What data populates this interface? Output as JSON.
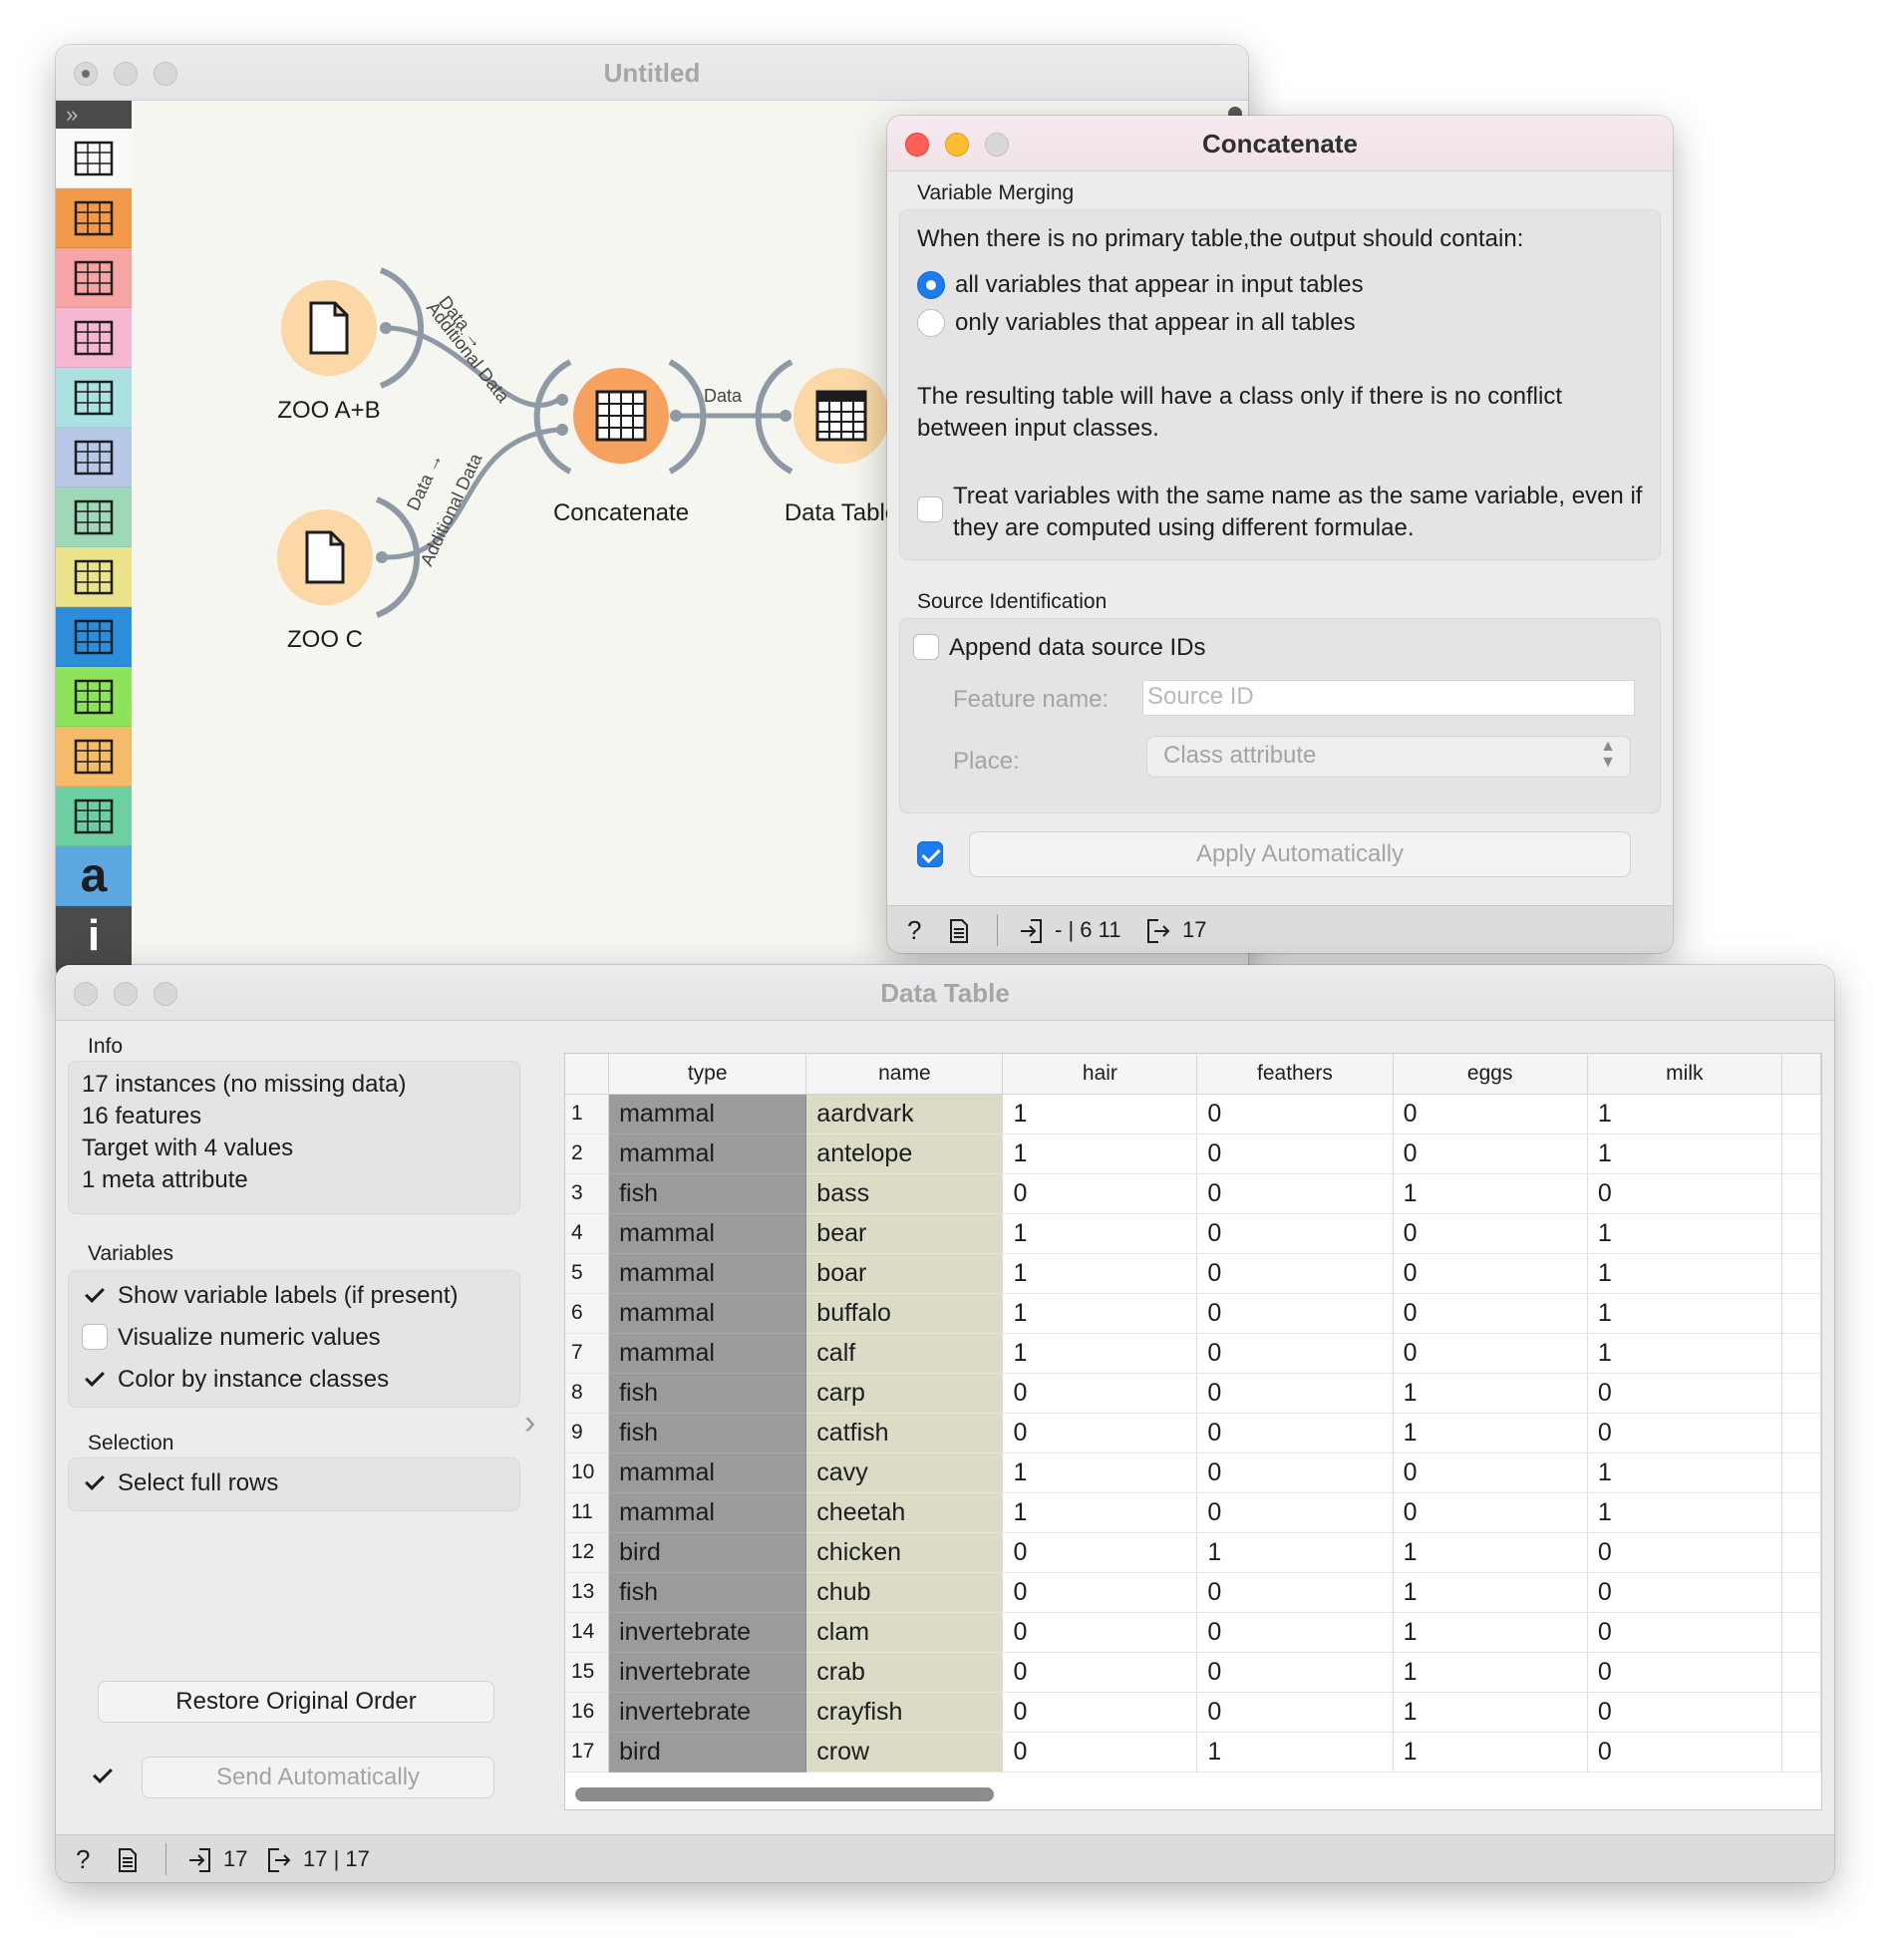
{
  "canvas_window": {
    "title": "Untitled",
    "toolbar_icons": [
      "data-icon",
      "transform-icon",
      "visualize-icon",
      "model-icon",
      "evaluate-icon",
      "unsupervised-icon",
      "prototypes-icon",
      "image-analytics-icon",
      "timeseries-icon",
      "network-icon",
      "educational-icon",
      "geo-icon",
      "text-mining-icon",
      "info-icon"
    ],
    "toolbar_colors": [
      "#f9f9f9",
      "#f29a4a",
      "#f6a4a4",
      "#f7b7d3",
      "#abe1e0",
      "#b8c9e8",
      "#9fd8b7",
      "#ebe38c",
      "#2c8ddb",
      "#8de45a",
      "#f5ba6a",
      "#6dcfa0",
      "#5ea8e1",
      "#4a4a4a"
    ],
    "text_glyph": "a",
    "info_glyph": "i",
    "nodes": {
      "zoo_ab": "ZOO A+B",
      "zoo_c": "ZOO C",
      "concatenate": "Concatenate",
      "data_table": "Data Table"
    },
    "links": {
      "top_link_1": "Data →",
      "top_link_2": "Additional Data",
      "bottom_link_1": "Data →",
      "bottom_link_2": "Additional Data",
      "out_link": "Data"
    }
  },
  "concat_window": {
    "title": "Concatenate",
    "variable_merging": {
      "group_title": "Variable Merging",
      "intro": "When there is no primary table,the output should contain:",
      "option_all": "all variables that appear in input tables",
      "option_common": "only variables that appear in all tables",
      "selected": "all",
      "class_note": "The resulting table will have a class only if there is no conflict between input classes.",
      "treat_same_name": "Treat variables with the same name as the same variable, even if they are computed using different formulae.",
      "treat_same_name_checked": false
    },
    "source_identification": {
      "group_title": "Source Identification",
      "append_label": "Append data source IDs",
      "append_checked": false,
      "feature_name_label": "Feature name:",
      "feature_name_placeholder": "Source ID",
      "place_label": "Place:",
      "place_value": "Class attribute"
    },
    "apply_checked": true,
    "apply_label": "Apply Automatically",
    "status": {
      "input_info": "- | 6 11",
      "output_info": "17"
    }
  },
  "table_window": {
    "title": "Data Table",
    "info": {
      "group_title": "Info",
      "lines": [
        "17 instances (no missing data)",
        "16 features",
        "Target with 4 values",
        "1 meta attribute"
      ]
    },
    "variables": {
      "group_title": "Variables",
      "show_labels": "Show variable labels (if present)",
      "show_labels_checked": true,
      "visualize": "Visualize numeric values",
      "visualize_checked": false,
      "color_by_class": "Color by instance classes",
      "color_by_class_checked": true
    },
    "selection": {
      "group_title": "Selection",
      "full_rows": "Select full rows",
      "full_rows_checked": true
    },
    "restore_label": "Restore Original Order",
    "send_checked": true,
    "send_label": "Send Automatically",
    "status": {
      "input_info": "17",
      "output_info": "17 | 17"
    },
    "columns": [
      "type",
      "name",
      "hair",
      "feathers",
      "eggs",
      "milk"
    ],
    "rows": [
      [
        "1",
        "mammal",
        "aardvark",
        "1",
        "0",
        "0",
        "1"
      ],
      [
        "2",
        "mammal",
        "antelope",
        "1",
        "0",
        "0",
        "1"
      ],
      [
        "3",
        "fish",
        "bass",
        "0",
        "0",
        "1",
        "0"
      ],
      [
        "4",
        "mammal",
        "bear",
        "1",
        "0",
        "0",
        "1"
      ],
      [
        "5",
        "mammal",
        "boar",
        "1",
        "0",
        "0",
        "1"
      ],
      [
        "6",
        "mammal",
        "buffalo",
        "1",
        "0",
        "0",
        "1"
      ],
      [
        "7",
        "mammal",
        "calf",
        "1",
        "0",
        "0",
        "1"
      ],
      [
        "8",
        "fish",
        "carp",
        "0",
        "0",
        "1",
        "0"
      ],
      [
        "9",
        "fish",
        "catfish",
        "0",
        "0",
        "1",
        "0"
      ],
      [
        "10",
        "mammal",
        "cavy",
        "1",
        "0",
        "0",
        "1"
      ],
      [
        "11",
        "mammal",
        "cheetah",
        "1",
        "0",
        "0",
        "1"
      ],
      [
        "12",
        "bird",
        "chicken",
        "0",
        "1",
        "1",
        "0"
      ],
      [
        "13",
        "fish",
        "chub",
        "0",
        "0",
        "1",
        "0"
      ],
      [
        "14",
        "invertebrate",
        "clam",
        "0",
        "0",
        "1",
        "0"
      ],
      [
        "15",
        "invertebrate",
        "crab",
        "0",
        "0",
        "1",
        "0"
      ],
      [
        "16",
        "invertebrate",
        "crayfish",
        "0",
        "0",
        "1",
        "0"
      ],
      [
        "17",
        "bird",
        "crow",
        "0",
        "1",
        "1",
        "0"
      ]
    ]
  }
}
